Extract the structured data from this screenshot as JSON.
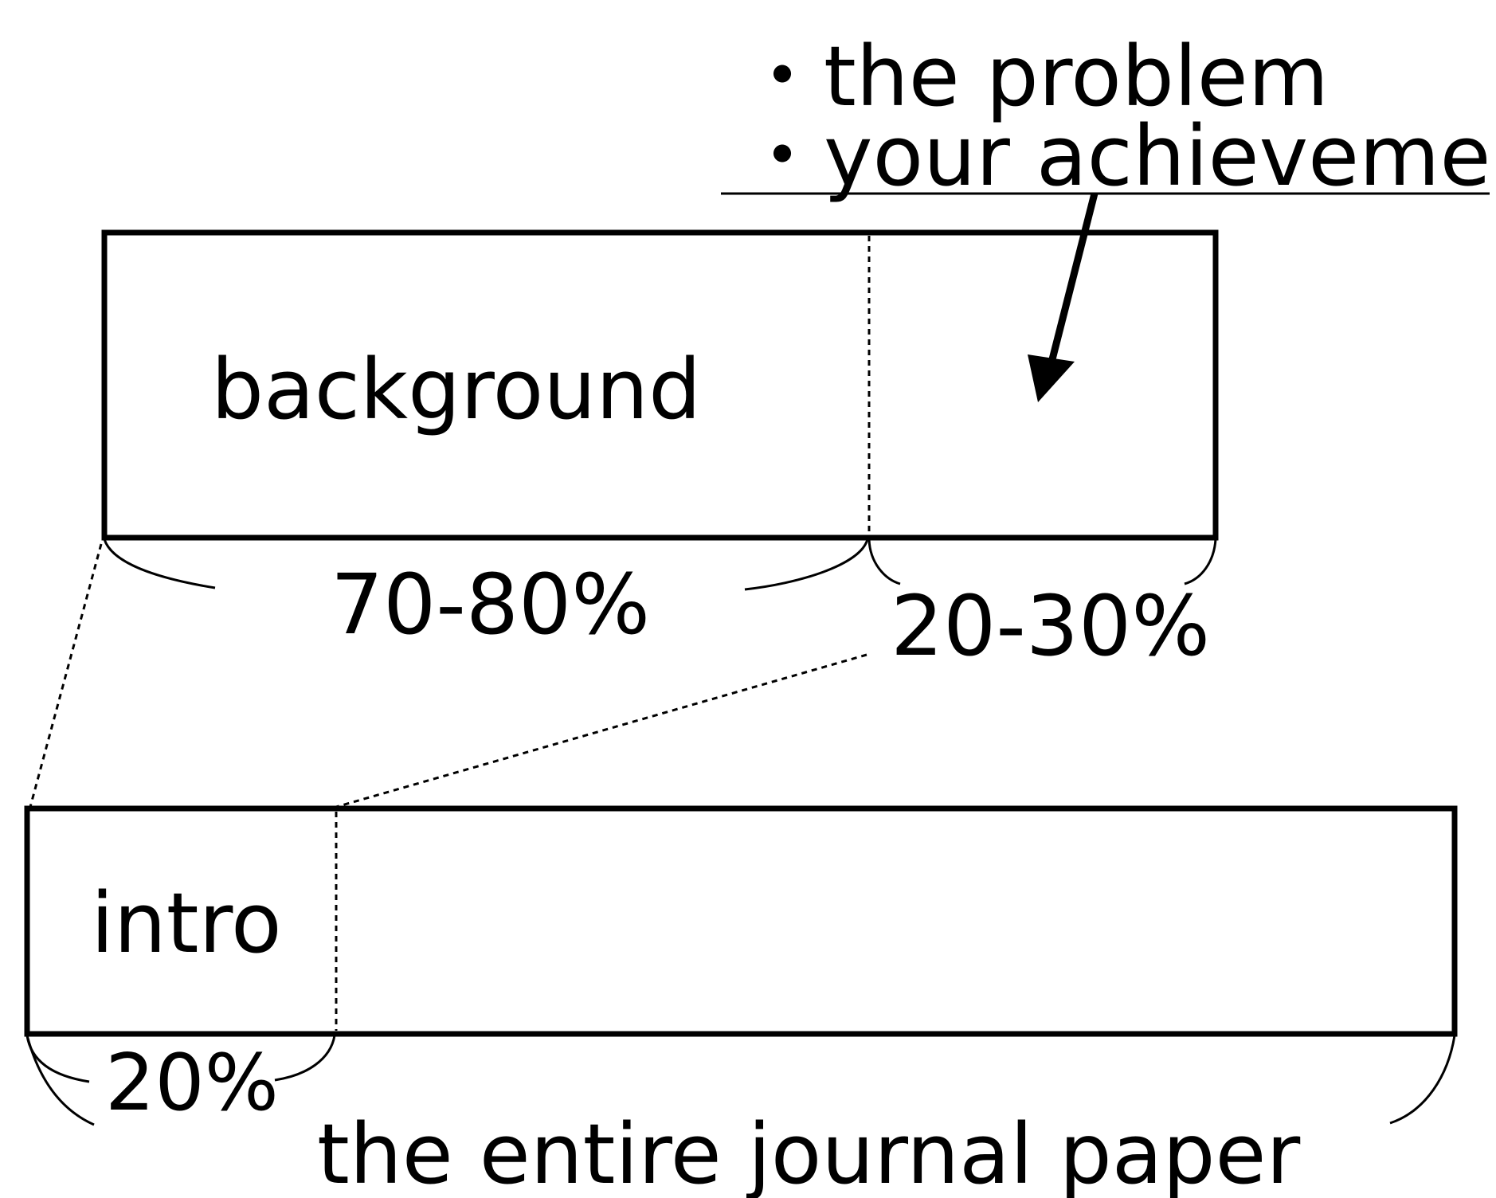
{
  "bullets": {
    "items": [
      "・the problem",
      "・your achievement"
    ]
  },
  "introduction": {
    "background_label": "background",
    "background_share": "70-80%",
    "achievement_share": "20-30%"
  },
  "paper": {
    "intro_label": "intro",
    "intro_share": "20%",
    "caption": "the entire journal paper"
  },
  "colors": {
    "ink": "#000000",
    "paper": "#ffffff"
  },
  "icons": [
    "arrow-down-left-icon"
  ]
}
